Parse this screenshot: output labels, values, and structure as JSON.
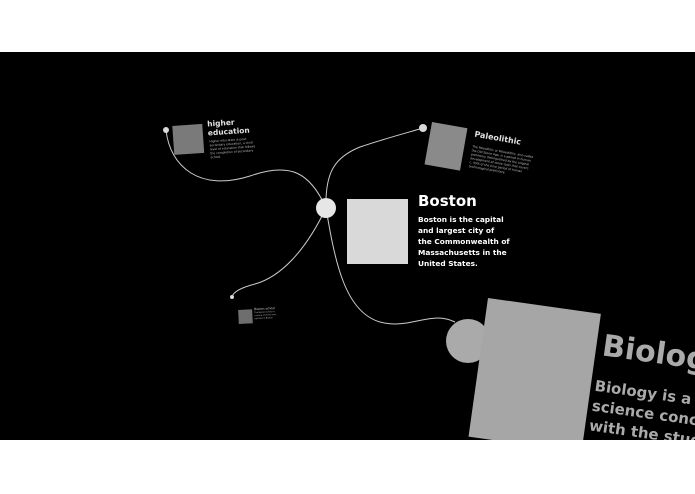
{
  "nodes": {
    "center": {
      "title": "Boston",
      "description": "Boston is the capital and largest city of the Commonwealth of Massachusetts in the United States."
    },
    "higher_education": {
      "title": "higher education",
      "description": "Higher education is post-secondary education, a third level of education that follows the completion of secondary school."
    },
    "paleolithic": {
      "title": "Paleolithic",
      "description": "The Paleolithic or Palaeolithic, also called the Old Stone Age, is a period in human prehistory distinguished by the original development of stone tools that covers c. 99% of the time period of human technological prehistory."
    },
    "boston_school": {
      "title": "Boston school",
      "description": "The Boston school is a group of artists and painters in Boston."
    },
    "biology": {
      "title": "Biology",
      "description": "Biology is a natural science concerned with the study of life"
    }
  },
  "colors": {
    "background": "#000000",
    "node": "#d9d9d9",
    "image_placeholder": "#7a7a7a",
    "edge": "#cccccc"
  }
}
